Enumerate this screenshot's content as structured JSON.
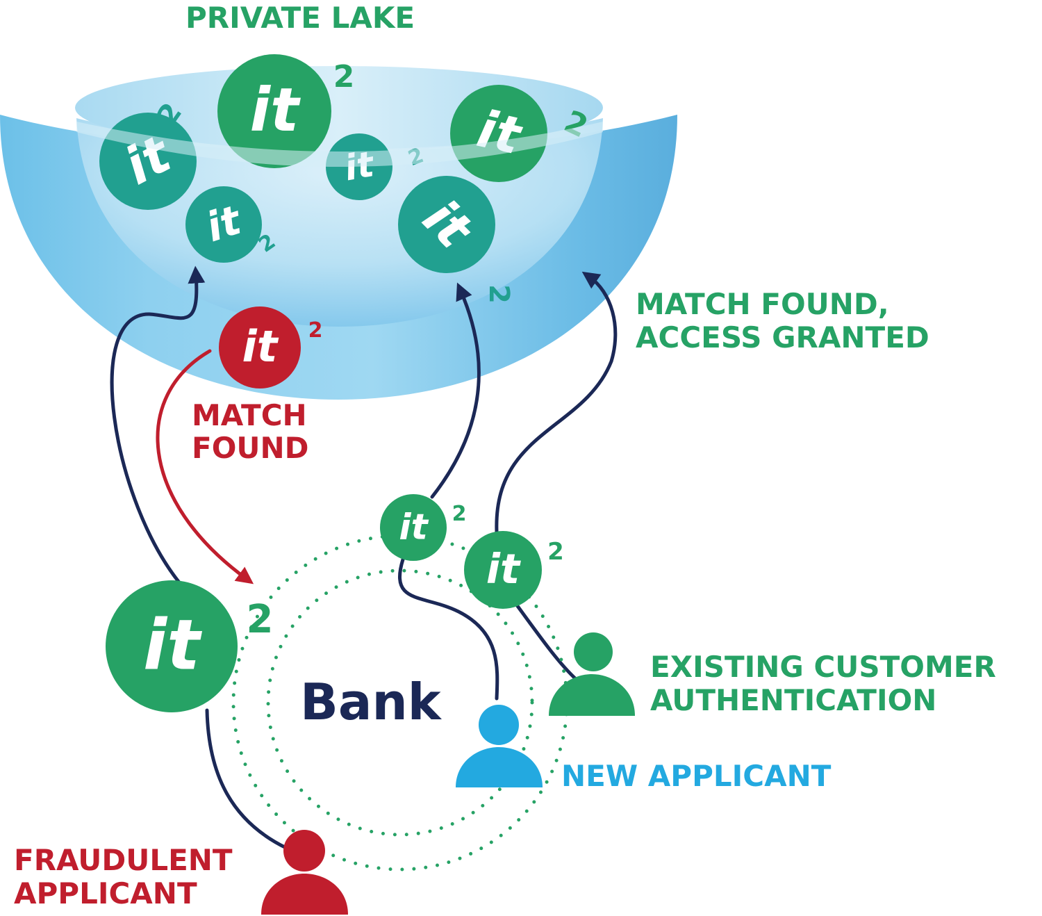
{
  "title": "PRIVATE LAKE",
  "center_label": "Bank",
  "labels": {
    "access_granted": [
      "MATCH FOUND,",
      "ACCESS GRANTED"
    ],
    "match_found": [
      "MATCH",
      "FOUND"
    ],
    "existing_customer": [
      "EXISTING CUSTOMER",
      "AUTHENTICATION"
    ],
    "new_applicant": "NEW APPLICANT",
    "fraudulent_applicant": [
      "FRAUDULENT",
      "APPLICANT"
    ]
  },
  "token": {
    "glyph": "it",
    "exponent": "2"
  },
  "icons": {
    "token": "it2-token-icon",
    "person": "person-icon",
    "lake": "bowl-lake-icon"
  },
  "colors": {
    "green": "#26a265",
    "teal": "#21a090",
    "red": "#c01e2d",
    "blue": "#23a9e0",
    "navy": "#1b2856",
    "lake_light": "#cde9f5",
    "lake_mid": "#8ccfee",
    "lake_dark": "#5fb4df"
  }
}
